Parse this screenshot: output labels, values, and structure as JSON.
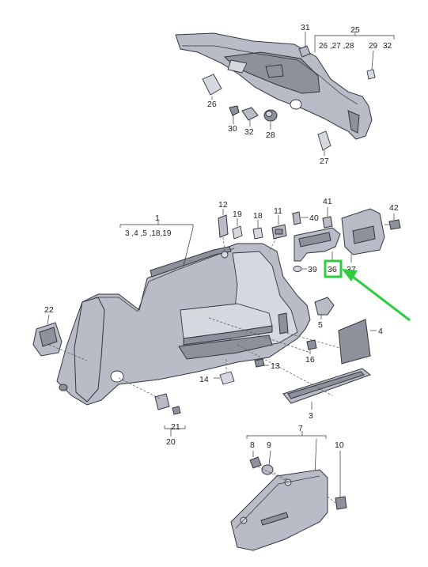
{
  "labels": {
    "p1": "1",
    "p1_sub": "3 ,4 ,5 ,18,19",
    "p3": "3",
    "p4": "4",
    "p5": "5",
    "p7": "7",
    "p8": "8",
    "p9": "9",
    "p10": "10",
    "p11": "11",
    "p12": "12",
    "p13": "13",
    "p14": "14",
    "p16": "16",
    "p18": "18",
    "p19": "19",
    "p20": "20",
    "p21": "21",
    "p22": "22",
    "p25": "25",
    "p25_sub": "26 ,27 ,28",
    "p26": "26",
    "p27": "27",
    "p28": "28",
    "p29": "29",
    "p30": "30",
    "p31": "31",
    "p32a": "32",
    "p32b": "32",
    "p36": "36",
    "p37": "37",
    "p39": "39",
    "p40": "40",
    "p41": "41",
    "p42": "42"
  },
  "colors": {
    "highlight": "#2ecc40",
    "part_fill": "#b9bcc7",
    "part_dark": "#8e919c",
    "line": "#34363d"
  }
}
